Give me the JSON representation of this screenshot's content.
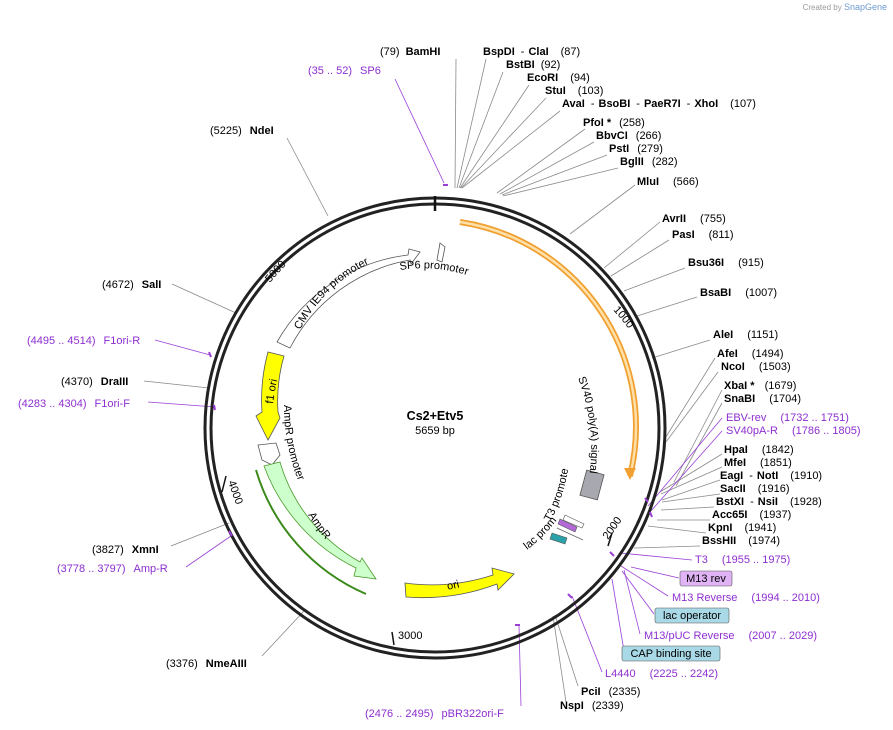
{
  "credit": {
    "prefix": "Created by",
    "brand": "SnapGene"
  },
  "plasmid": {
    "name": "Cs2+Etv5",
    "size_label": "5659 bp",
    "length": 5659
  },
  "ticks": [
    "1000",
    "2000",
    "3000",
    "4000",
    "5000"
  ],
  "features": [
    {
      "name": "SP6 promoter",
      "color": "#ffffff"
    },
    {
      "name": "CMV IE94 promoter",
      "color": "#ffffff"
    },
    {
      "name": "SV40 poly(A) signal",
      "color": "#a8a8b0"
    },
    {
      "name": "T3 promoter",
      "color": "#ffffff"
    },
    {
      "name": "lac promoter",
      "color": "#ffffff"
    },
    {
      "name": "ori",
      "color": "#ffff00"
    },
    {
      "name": "AmpR promoter",
      "color": "#ffffff"
    },
    {
      "name": "AmpR",
      "color": "#ccffcc"
    },
    {
      "name": "f1 ori",
      "color": "#ffff00"
    }
  ],
  "insert_color": "#f5b041",
  "enzymes": [
    {
      "name": "BamHI",
      "pos": "(79)"
    },
    {
      "name": "BspDI",
      "sep": "-",
      "name2": "ClaI",
      "pos": "(87)"
    },
    {
      "name": "BstBI",
      "pos": "(92)"
    },
    {
      "name": "EcoRI",
      "pos": "(94)"
    },
    {
      "name": "StuI",
      "pos": "(103)"
    },
    {
      "name": "AvaI",
      "sep": "-",
      "name2": "BsoBI",
      "sep2": "-",
      "name3": "PaeR7I",
      "sep3": "-",
      "name4": "XhoI",
      "pos": "(107)"
    },
    {
      "name": "PfoI *",
      "pos": "(258)"
    },
    {
      "name": "BbvCI",
      "pos": "(266)"
    },
    {
      "name": "PstI",
      "pos": "(279)"
    },
    {
      "name": "BglII",
      "pos": "(282)"
    },
    {
      "name": "MluI",
      "pos": "(566)"
    },
    {
      "name": "AvrII",
      "pos": "(755)"
    },
    {
      "name": "PasI",
      "pos": "(811)"
    },
    {
      "name": "Bsu36I",
      "pos": "(915)"
    },
    {
      "name": "BsaBI",
      "pos": "(1007)"
    },
    {
      "name": "AleI",
      "pos": "(1151)"
    },
    {
      "name": "AfeI",
      "pos": "(1494)"
    },
    {
      "name": "NcoI",
      "pos": "(1503)"
    },
    {
      "name": "XbaI *",
      "pos": "(1679)"
    },
    {
      "name": "SnaBI",
      "pos": "(1704)"
    },
    {
      "name": "HpaI",
      "pos": "(1842)"
    },
    {
      "name": "MfeI",
      "pos": "(1851)"
    },
    {
      "name": "EagI",
      "sep": "-",
      "name2": "NotI",
      "pos": "(1910)"
    },
    {
      "name": "SacII",
      "pos": "(1916)"
    },
    {
      "name": "BstXI",
      "sep": "-",
      "name2": "NsiI",
      "pos": "(1928)"
    },
    {
      "name": "Acc65I",
      "pos": "(1937)"
    },
    {
      "name": "KpnI",
      "pos": "(1941)"
    },
    {
      "name": "BssHII",
      "pos": "(1974)"
    },
    {
      "name": "PciI",
      "pos": "(2335)"
    },
    {
      "name": "NspI",
      "pos": "(2339)"
    },
    {
      "name": "NmeAIII",
      "pos": "(3376)"
    },
    {
      "name": "XmnI",
      "pos": "(3827)"
    },
    {
      "name": "DraIII",
      "pos": "(4370)"
    },
    {
      "name": "SalI",
      "pos": "(4672)"
    },
    {
      "name": "NdeI",
      "pos": "(5225)"
    }
  ],
  "primers": [
    {
      "range": "(35 .. 52)",
      "name": "SP6"
    },
    {
      "name": "EBV-rev",
      "range": "(1732 .. 1751)"
    },
    {
      "name": "SV40pA-R",
      "range": "(1786 .. 1805)"
    },
    {
      "name": "T3",
      "range": "(1955 .. 1975)"
    },
    {
      "name": "M13 Reverse",
      "range": "(1994 .. 2010)"
    },
    {
      "name": "M13/pUC Reverse",
      "range": "(2007 .. 2029)"
    },
    {
      "name": "L4440",
      "range": "(2225 .. 2242)"
    },
    {
      "range": "(2476 .. 2495)",
      "name": "pBR322ori-F"
    },
    {
      "range": "(3778 .. 3797)",
      "name": "Amp-R"
    },
    {
      "range": "(4283 .. 4304)",
      "name": "F1ori-F"
    },
    {
      "range": "(4495 .. 4514)",
      "name": "F1ori-R"
    }
  ],
  "boxed_labels": [
    {
      "name": "M13 rev",
      "color": "#e0b3f5"
    },
    {
      "name": "lac operator",
      "color": "#a9d8e6"
    },
    {
      "name": "CAP binding site",
      "color": "#a9d8e6"
    }
  ]
}
